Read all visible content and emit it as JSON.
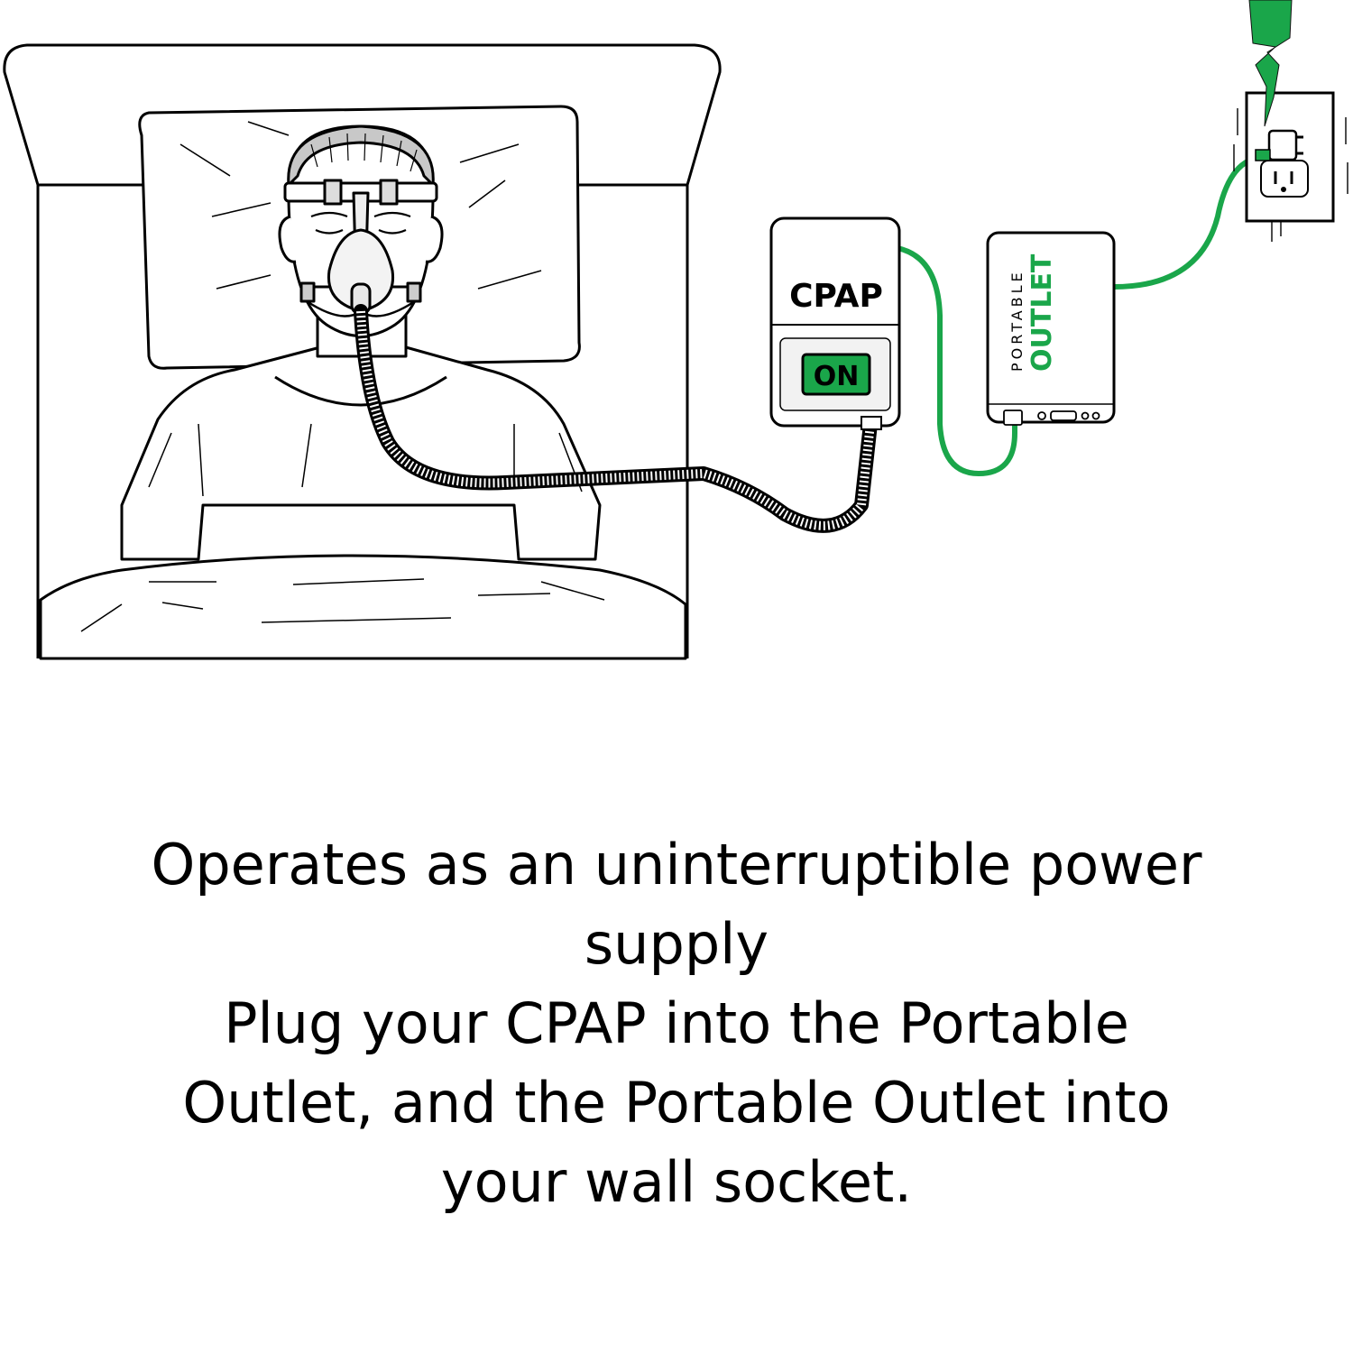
{
  "colors": {
    "accent": "#1aa64a",
    "ink": "#000000",
    "background": "#ffffff"
  },
  "devices": {
    "cpap_label": "CPAP",
    "cpap_button": "ON",
    "outlet_brand_top": "PORTABLE",
    "outlet_brand_bottom": "OUTLET"
  },
  "caption": {
    "line1": "Operates as an uninterruptible power",
    "line2": "supply",
    "line3": "Plug your CPAP into the Portable",
    "line4": "Outlet, and the Portable Outlet into",
    "line5": "your wall socket."
  }
}
